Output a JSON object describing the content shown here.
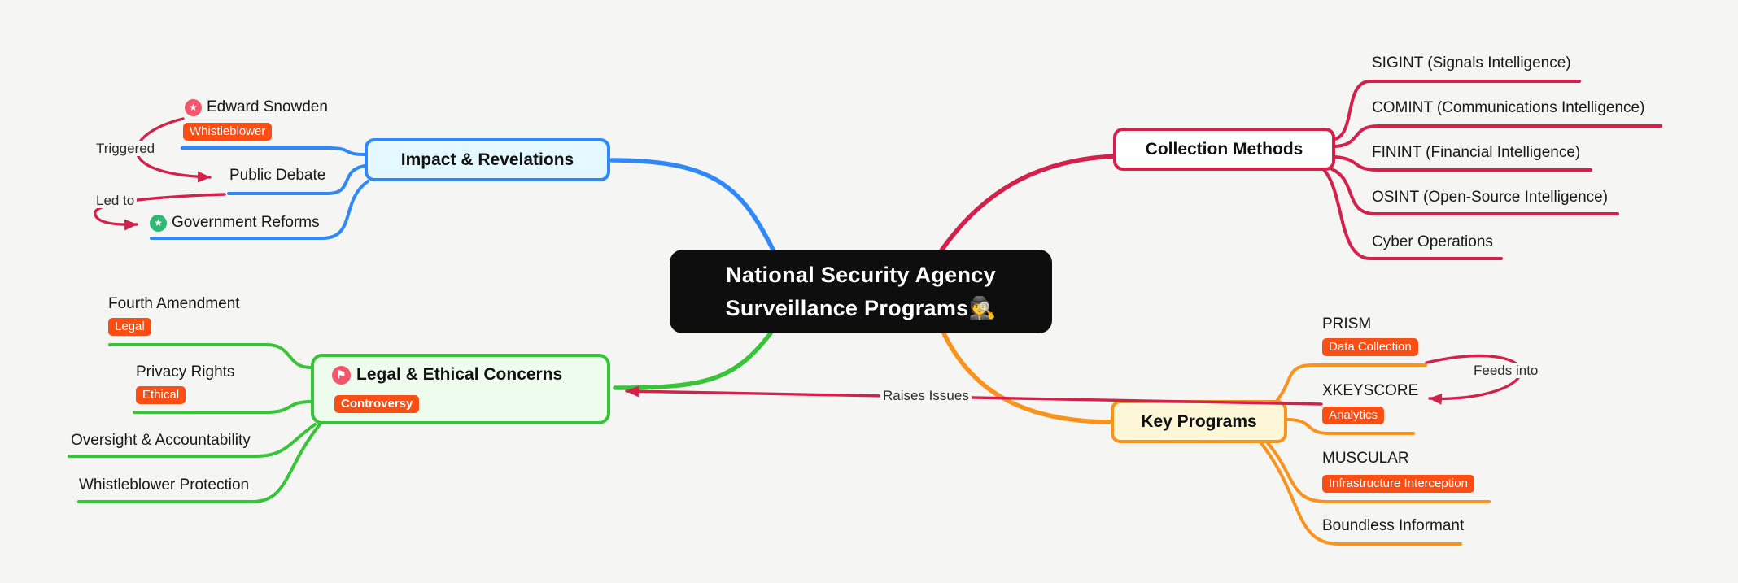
{
  "central": {
    "line1": "National Security Agency",
    "line2": "Surveillance Programs🕵️"
  },
  "nodes": {
    "collection": {
      "title": "Collection Methods",
      "children": [
        {
          "label": "SIGINT (Signals Intelligence)"
        },
        {
          "label": "COMINT (Communications Intelligence)"
        },
        {
          "label": "FININT (Financial Intelligence)"
        },
        {
          "label": "OSINT (Open-Source Intelligence)"
        },
        {
          "label": "Cyber Operations"
        }
      ]
    },
    "key_programs": {
      "title": "Key Programs",
      "children": [
        {
          "label": "PRISM",
          "badge": "Data Collection"
        },
        {
          "label": "XKEYSCORE",
          "badge": "Analytics"
        },
        {
          "label": "MUSCULAR",
          "badge": "Infrastructure Interception"
        },
        {
          "label": "Boundless Informant"
        }
      ]
    },
    "impact": {
      "title": "Impact & Revelations",
      "children": [
        {
          "label": "Edward Snowden",
          "badge": "Whistleblower",
          "icon": "star"
        },
        {
          "label": "Public Debate"
        },
        {
          "label": "Government Reforms",
          "icon": "star"
        }
      ]
    },
    "legal": {
      "title": "Legal & Ethical Concerns",
      "badge": "Controversy",
      "icon": "flag",
      "children": [
        {
          "label": "Fourth Amendment",
          "badge": "Legal"
        },
        {
          "label": "Privacy Rights",
          "badge": "Ethical"
        },
        {
          "label": "Oversight & Accountability"
        },
        {
          "label": "Whistleblower Protection"
        }
      ]
    }
  },
  "relations": {
    "triggered": {
      "label": "Triggered"
    },
    "led_to": {
      "label": "Led to"
    },
    "raises_issues": {
      "label": "Raises Issues"
    },
    "feeds_into": {
      "label": "Feeds into"
    }
  },
  "glyphs": {
    "star": "★",
    "flag": "⚑"
  },
  "colors": {
    "impact_branch": "#2f88f7",
    "collection_branch": "#d3214c",
    "key_branch": "#f8941d",
    "legal_branch": "#38c438",
    "relation_arrow": "#d3214c",
    "badge_bg": "#fb4e14",
    "icon_red": "#f2566a",
    "icon_green": "#2eb874",
    "central_bg": "#0e0e0e",
    "canvas_bg": "#f5f5f4"
  }
}
